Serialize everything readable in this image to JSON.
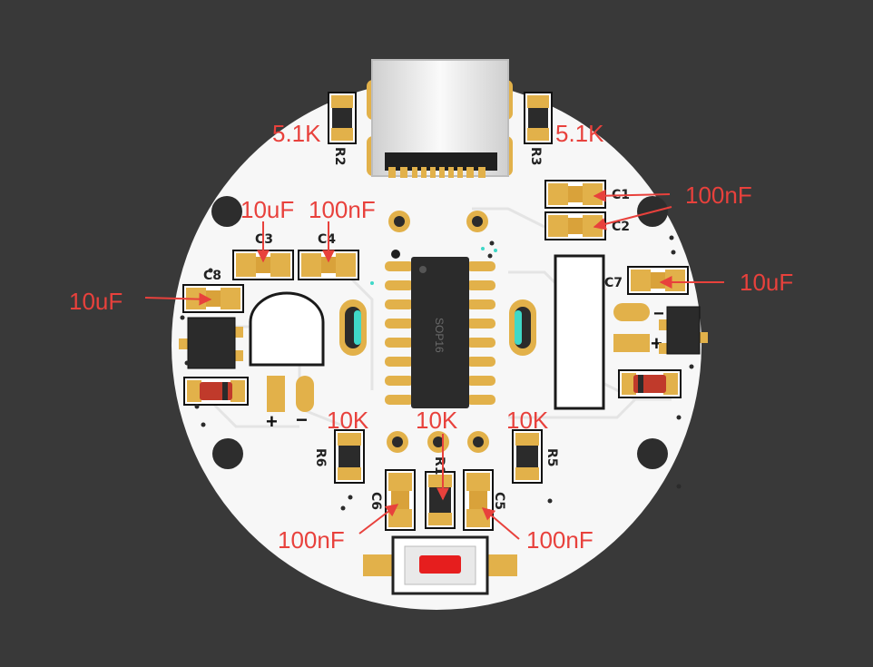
{
  "colors": {
    "background": "#393939",
    "board": "#f7f7f7",
    "pad": "#e2b14a",
    "component_body": "#2b2b2b",
    "annotation": "#e8413c",
    "diode_stripe": "#c03a2b",
    "button_cap": "#e61e1e",
    "highlight_slot": "#3fd8c8"
  },
  "board": {
    "ic_marking": "SOP16",
    "polarity": {
      "plus_left": "+",
      "minus_left": "−",
      "minus_right": "−",
      "plus_right": "+"
    }
  },
  "designators": {
    "r2": "R2",
    "r3": "R3",
    "r1": "R1",
    "r5": "R5",
    "r6": "R6",
    "c1": "C1",
    "c2": "C2",
    "c3": "C3",
    "c4": "C4",
    "c5": "C5",
    "c6": "C6",
    "c7": "C7",
    "c8": "C8"
  },
  "annotations": {
    "r2_value": "5.1K",
    "r3_value": "5.1K",
    "c1_value": "100nF",
    "c3_value": "10uF",
    "c4_value": "100nF",
    "c8_value": "10uF",
    "c7_value": "10uF",
    "r6_value": "10K",
    "r1_value": "10K",
    "r5_value": "10K",
    "c6_value": "100nF",
    "c5_value": "100nF"
  }
}
